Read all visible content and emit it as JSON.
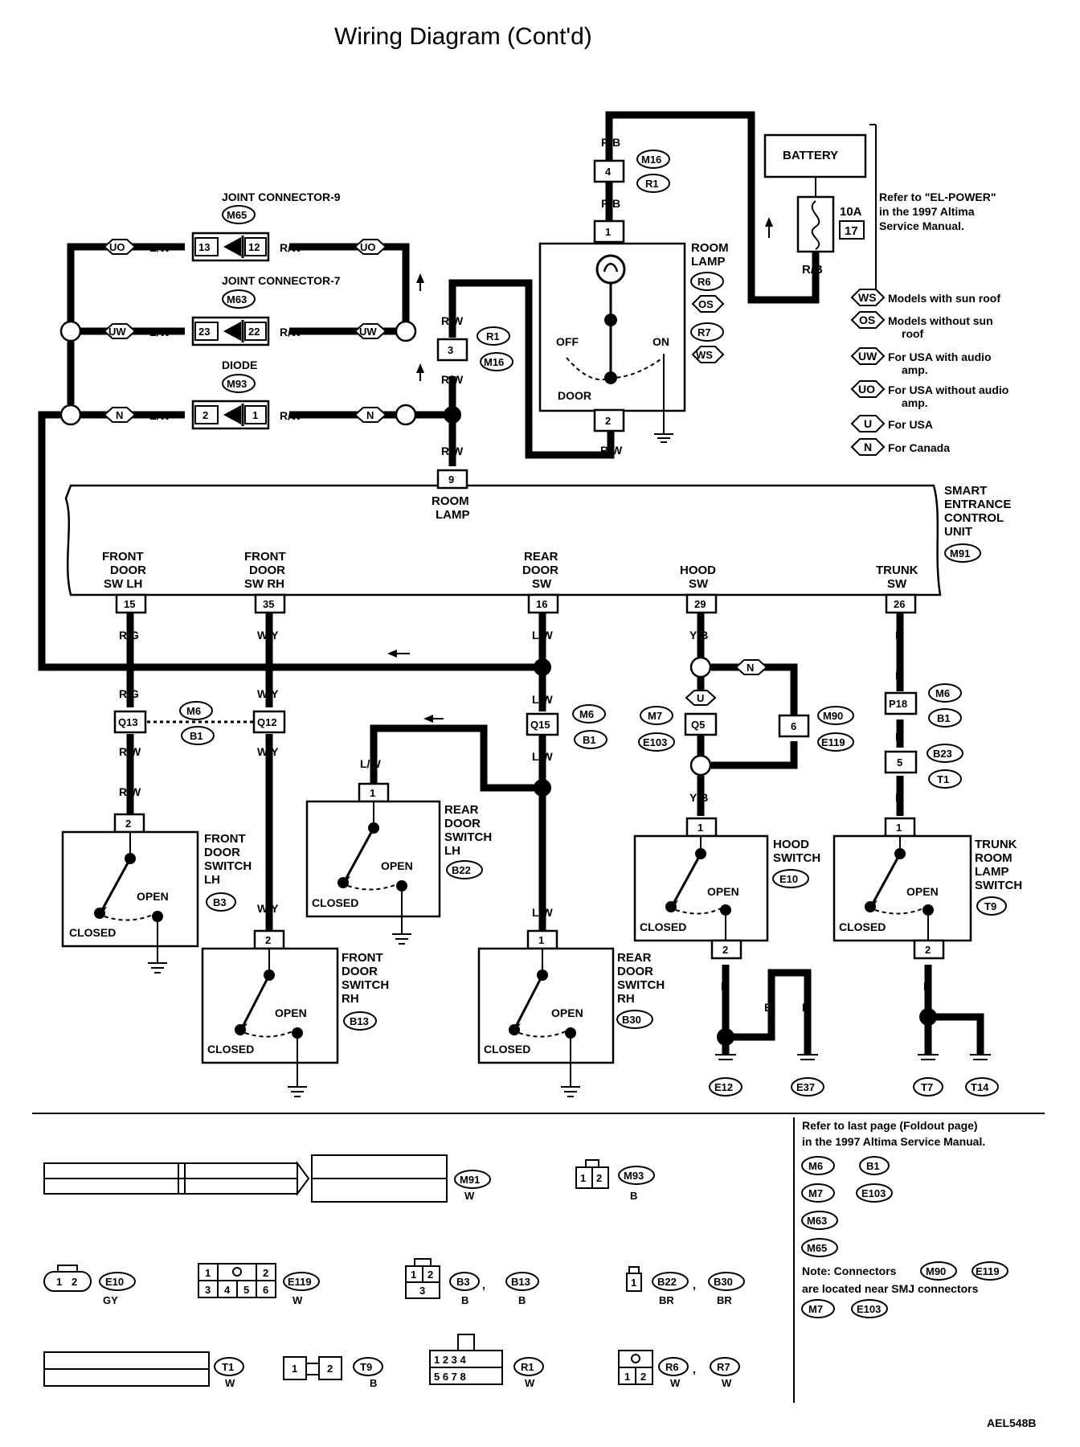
{
  "title": "Wiring Diagram (Cont'd)",
  "doc_code": "AEL548B",
  "battery": {
    "label": "BATTERY",
    "fuse_rating": "10A",
    "fuse_number": "17"
  },
  "refer_power": [
    "Refer to \"EL-POWER\"",
    "in the 1997 Altima",
    "Service Manual."
  ],
  "legend": [
    {
      "code": "WS",
      "text": [
        "Models with sun roof"
      ]
    },
    {
      "code": "OS",
      "text": [
        "Models without sun",
        "roof"
      ]
    },
    {
      "code": "UW",
      "text": [
        "For USA with audio",
        "amp."
      ]
    },
    {
      "code": "UO",
      "text": [
        "For USA without audio",
        "amp."
      ]
    },
    {
      "code": "U",
      "text": [
        "For USA"
      ]
    },
    {
      "code": "N",
      "text": [
        "For Canada"
      ]
    }
  ],
  "joint_connectors": [
    {
      "name": "JOINT CONNECTOR-9",
      "code": "M65",
      "pin_in": "13",
      "pin_out": "12",
      "tag": "UO"
    },
    {
      "name": "JOINT CONNECTOR-7",
      "code": "M63",
      "pin_in": "23",
      "pin_out": "22",
      "tag": "UW"
    },
    {
      "name": "DIODE",
      "code": "M93",
      "pin_in": "2",
      "pin_out": "1",
      "tag": "N"
    }
  ],
  "wire_colors": {
    "lw": "L/W",
    "rw": "R/W",
    "rb": "R/B",
    "rg": "R/G",
    "wy": "W/Y",
    "yb": "Y/B",
    "r": "R",
    "b": "B"
  },
  "room_lamp": {
    "label": [
      "ROOM",
      "LAMP"
    ],
    "codes": [
      "R6",
      "OS",
      "R7",
      "WS"
    ],
    "pin_top": "1",
    "pin_bottom": "2",
    "off": "OFF",
    "on": "ON",
    "door": "DOOR"
  },
  "conn_r1_m16_top": {
    "pin": "4",
    "codes": [
      "M16",
      "R1"
    ]
  },
  "conn_r1_m16_left": {
    "pin": "3",
    "codes": [
      "R1",
      "M16"
    ]
  },
  "secu": {
    "label": [
      "SMART",
      "ENTRANCE",
      "CONTROL",
      "UNIT"
    ],
    "code": "M91",
    "room_lamp_pin": "9",
    "room_lamp_label": [
      "ROOM",
      "LAMP"
    ],
    "terminals": [
      {
        "label": [
          "FRONT",
          "DOOR",
          "SW LH"
        ],
        "pin": "15"
      },
      {
        "label": [
          "FRONT",
          "DOOR",
          "SW RH"
        ],
        "pin": "35"
      },
      {
        "label": [
          "REAR",
          "DOOR",
          "SW"
        ],
        "pin": "16"
      },
      {
        "label": [
          "HOOD",
          "SW"
        ],
        "pin": "29"
      },
      {
        "label": [
          "TRUNK",
          "SW"
        ],
        "pin": "26"
      }
    ]
  },
  "inline_connectors": {
    "q13": "Q13",
    "q12": "Q12",
    "m6b1": [
      "M6",
      "B1"
    ],
    "q15": "Q15",
    "q15codes": [
      "M6",
      "B1"
    ],
    "q5": "Q5",
    "q5codes": [
      "M7",
      "E103"
    ],
    "u": "U",
    "n": "N",
    "c6": "6",
    "c6codes": [
      "M90",
      "E119"
    ],
    "p18": "P18",
    "p18codes": [
      "M6",
      "B1"
    ],
    "c5": "5",
    "c5codes": [
      "B23",
      "T1"
    ]
  },
  "switches": {
    "fdlh": {
      "label": [
        "FRONT",
        "DOOR",
        "SWITCH",
        "LH"
      ],
      "code": "B3",
      "pin": "2"
    },
    "fdrh": {
      "label": [
        "FRONT",
        "DOOR",
        "SWITCH",
        "RH"
      ],
      "code": "B13",
      "pin": "2"
    },
    "rdlh": {
      "label": [
        "REAR",
        "DOOR",
        "SWITCH",
        "LH"
      ],
      "code": "B22",
      "pin": "1"
    },
    "rdrh": {
      "label": [
        "REAR",
        "DOOR",
        "SWITCH",
        "RH"
      ],
      "code": "B30",
      "pin": "1"
    },
    "hood": {
      "label": [
        "HOOD",
        "SWITCH"
      ],
      "code": "E10",
      "pin1": "1",
      "pin2": "2"
    },
    "trunk": {
      "label": [
        "TRUNK",
        "ROOM",
        "LAMP",
        "SWITCH"
      ],
      "code": "T9",
      "pin1": "1",
      "pin2": "2"
    },
    "open": "OPEN",
    "closed": "CLOSED"
  },
  "grounds": [
    "E12",
    "E37",
    "T7",
    "T14"
  ],
  "connector_views": [
    {
      "code": "M91",
      "color": "W"
    },
    {
      "code": "M93",
      "color": "B"
    },
    {
      "code": "E10",
      "color": "GY"
    },
    {
      "code": "E119",
      "color": "W"
    },
    {
      "code": "B3",
      "color": "B"
    },
    {
      "code": "B13",
      "color": "B"
    },
    {
      "code": "B22",
      "color": "BR"
    },
    {
      "code": "B30",
      "color": "BR"
    },
    {
      "code": "T1",
      "color": "W"
    },
    {
      "code": "T9",
      "color": "B"
    },
    {
      "code": "R1",
      "color": "W"
    },
    {
      "code": "R6",
      "color": "W"
    },
    {
      "code": "R7",
      "color": "W"
    }
  ],
  "foldout": {
    "text": [
      "Refer to last page (Foldout page)",
      "in the 1997 Altima Service Manual."
    ],
    "codes": [
      "M6",
      "B1",
      "M7",
      "E103",
      "M63",
      "M65"
    ],
    "note": [
      "Note: Connectors",
      "M90",
      "E119",
      "are located near SMJ connectors",
      "M7",
      "E103"
    ]
  }
}
